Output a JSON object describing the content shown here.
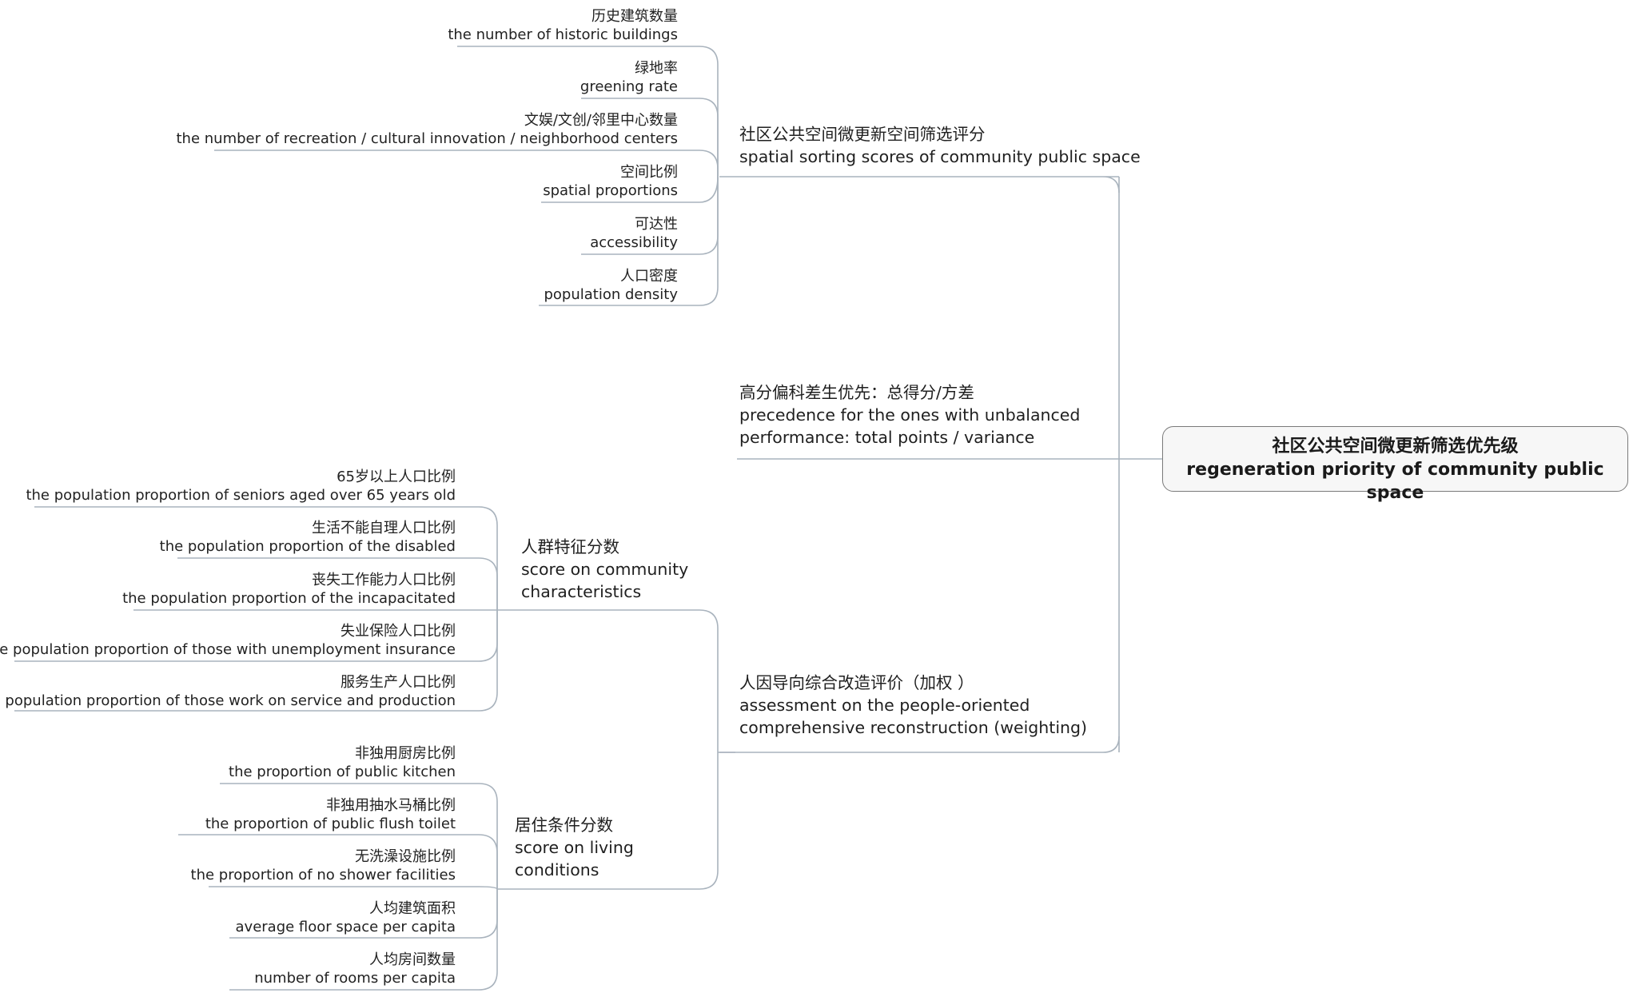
{
  "root": {
    "zh": "社区公共空间微更新筛选优先级",
    "en": "regeneration priority of community public space"
  },
  "branches": {
    "spatial": {
      "zh": "社区公共空间微更新空间筛选评分",
      "en": "spatial sorting scores of community public space",
      "leaves": [
        {
          "zh": "历史建筑数量",
          "en": "the number of historic buildings"
        },
        {
          "zh": "绿地率",
          "en": "greening rate"
        },
        {
          "zh": "文娱/文创/邻里中心数量",
          "en": "the number of recreation / cultural innovation / neighborhood centers"
        },
        {
          "zh": "空间比例",
          "en": "spatial proportions"
        },
        {
          "zh": "可达性",
          "en": "accessibility"
        },
        {
          "zh": "人口密度",
          "en": "population density"
        }
      ]
    },
    "precedence": {
      "zh": "高分偏科差生优先：总得分/方差",
      "en1": "precedence for the ones with unbalanced",
      "en2": "performance: total points / variance"
    },
    "assessment": {
      "zh": "人因导向综合改造评价（加权 ）",
      "en1": "assessment on the people-oriented",
      "en2": "comprehensive reconstruction (weighting)"
    },
    "community": {
      "zh": "人群特征分数",
      "en1": "score on community",
      "en2": "characteristics",
      "leaves": [
        {
          "zh": "65岁以上人口比例",
          "en": "the population proportion of seniors aged over 65 years old"
        },
        {
          "zh": "生活不能自理人口比例",
          "en": "the population proportion of the disabled"
        },
        {
          "zh": "丧失工作能力人口比例",
          "en": "the population proportion of the incapacitated"
        },
        {
          "zh": "失业保险人口比例",
          "en": "the population proportion of those with unemployment insurance"
        },
        {
          "zh": "服务生产人口比例",
          "en": "the population proportion of those work on service and production"
        }
      ]
    },
    "living": {
      "zh": "居住条件分数",
      "en1": "score on living",
      "en2": "conditions",
      "leaves": [
        {
          "zh": "非独用厨房比例",
          "en": "the proportion of public kitchen"
        },
        {
          "zh": "非独用抽水马桶比例",
          "en": "the proportion of public flush toilet"
        },
        {
          "zh": "无洗澡设施比例",
          "en": "the proportion of no shower facilities"
        },
        {
          "zh": "人均建筑面积",
          "en": "average floor space per capita"
        },
        {
          "zh": "人均房间数量",
          "en": "number of rooms per capita"
        }
      ]
    }
  }
}
